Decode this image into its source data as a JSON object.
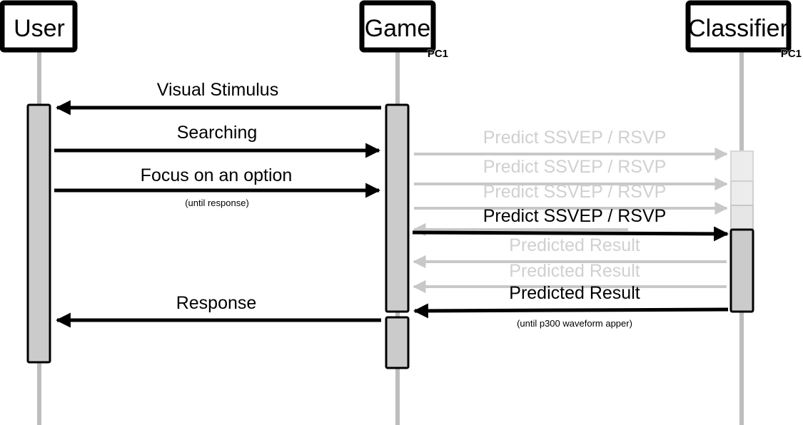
{
  "colors": {
    "lifeline": "#bdbdbd",
    "activation_fill": "#cbcbcb",
    "ghost_fill": "#ececec",
    "arrow_solid": "#000000",
    "arrow_faded": "#c8c8c8",
    "label_faded": "#d0d0d0",
    "border": "#000000"
  },
  "actors": [
    {
      "id": "user",
      "label": "User",
      "badge": ""
    },
    {
      "id": "game",
      "label": "Game",
      "badge": "PC1"
    },
    {
      "id": "classifier",
      "label": "Classifier",
      "badge": "PC1"
    }
  ],
  "messages": [
    {
      "id": "visual-stimulus",
      "from": "game",
      "to": "user",
      "label": "Visual Stimulus",
      "note": "",
      "faded": false
    },
    {
      "id": "searching",
      "from": "user",
      "to": "game",
      "label": "Searching",
      "note": "",
      "faded": false
    },
    {
      "id": "focus-on-option",
      "from": "user",
      "to": "game",
      "label": "Focus on an option",
      "note": "(until response)",
      "faded": false
    },
    {
      "id": "predict-ghost-1",
      "from": "game",
      "to": "classifier",
      "label": "Predict SSVEP / RSVP",
      "note": "",
      "faded": true
    },
    {
      "id": "predict-ghost-2",
      "from": "game",
      "to": "classifier",
      "label": "Predict SSVEP / RSVP",
      "note": "",
      "faded": true
    },
    {
      "id": "predict-ghost-3",
      "from": "game",
      "to": "classifier",
      "label": "Predict SSVEP / RSVP",
      "note": "",
      "faded": true
    },
    {
      "id": "predict",
      "from": "game",
      "to": "classifier",
      "label": "Predict SSVEP / RSVP",
      "note": "",
      "faded": false
    },
    {
      "id": "result-ghost-1",
      "from": "classifier",
      "to": "game",
      "label": "Predicted Result",
      "note": "",
      "faded": true
    },
    {
      "id": "result-ghost-2",
      "from": "classifier",
      "to": "game",
      "label": "Predicted Result",
      "note": "",
      "faded": true
    },
    {
      "id": "predicted-result",
      "from": "classifier",
      "to": "game",
      "label": "Predicted Result",
      "note": "(until p300 waveform apper)",
      "faded": false
    },
    {
      "id": "response",
      "from": "game",
      "to": "user",
      "label": "Response",
      "note": "",
      "faded": false
    }
  ]
}
